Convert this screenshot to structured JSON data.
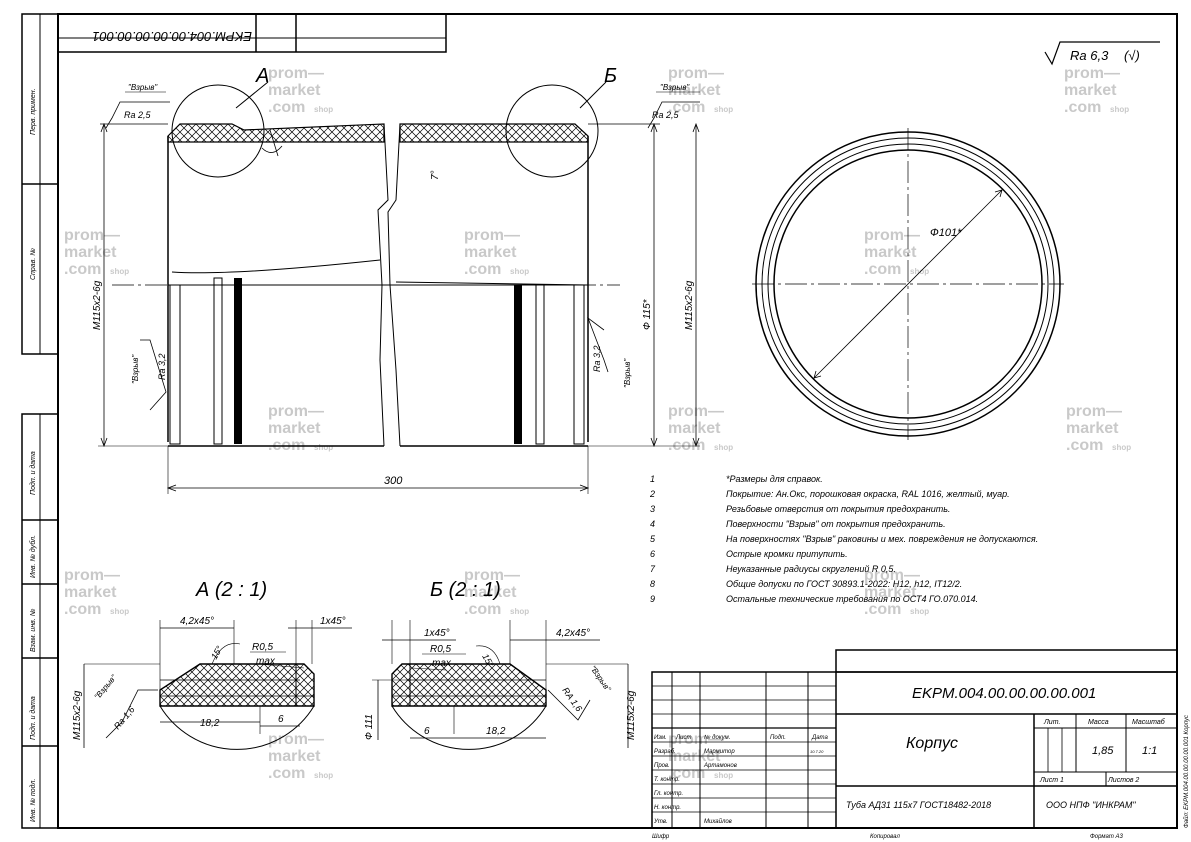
{
  "doc": {
    "code": "EKPM.004.00.00.00.00.001",
    "mirrored_code": "EKPM.004.00.00.00.00.001",
    "name": "Корпус",
    "material": "Туба АД31 115х7 ГОСТ18482-2018",
    "company": "ООО НПФ \"ИНКРАМ\"",
    "mass": "1,85",
    "scale": "1:1",
    "sheet": "Лист 1",
    "sheets": "Листов 2",
    "format": "Формат А3",
    "copied": "Копировал",
    "sign": "Шифр",
    "side_code": "Файл: EKPM.004.00.00.00.00.001 Корпус",
    "ra_general": "Ra 6,3",
    "ra_general_sym": "(√)"
  },
  "left_frame": [
    "Перв. примен.",
    "Справ. №",
    "Подп. и дата",
    "Инв. № дубл.",
    "Взам. инв. №",
    "Подп. и дата",
    "Инв. № подл."
  ],
  "title_block": {
    "hdr_izm": "Изм.",
    "hdr_list": "Лист",
    "hdr_doc": "№ докум.",
    "hdr_podp": "Подп.",
    "hdr_data": "Дата",
    "razrab": "Разраб.",
    "razrab_name": "Мармитор",
    "razrab_date": "10.7.20",
    "prov": "Пров.",
    "prov_name": "Артамонов",
    "tkontr": "Т. контр.",
    "glkontr": "Гл. контр.",
    "nkontr": "Н. контр.",
    "utv": "Утв.",
    "utv_name": "Михайлов",
    "lit": "Лит.",
    "massa": "Масса",
    "masshtab": "Масштаб"
  },
  "labels": {
    "view_a": "А",
    "view_b": "Б",
    "vzryv": "\"Взрыв\"",
    "ra25": "Ra 2,5",
    "ra32": "Ra 3,2",
    "ra16": "Ra 1,6",
    "ra16b": "RA 1,6",
    "thread": "M115x2-6g",
    "dia115": "Ф 115*",
    "dia101": "Ф101*",
    "dia111": "Ф 111",
    "angle7": "7°",
    "len300": "300",
    "detail_a": "А (2 : 1)",
    "detail_b": "Б (2 : 1)",
    "ch42": "4,2x45°",
    "ch1": "1x45°",
    "r05": "R0,5",
    "max": "max",
    "ang15": "15°",
    "d182": "18,2",
    "d6": "6"
  },
  "notes": [
    {
      "n": "1",
      "text": "*Размеры для справок."
    },
    {
      "n": "2",
      "text": "Покрытие: Ан.Окс, порошковая окраска, RAL 1016, желтый, муар."
    },
    {
      "n": "3",
      "text": "Резьбовые отверстия от покрытия предохранить."
    },
    {
      "n": "4",
      "text": "Поверхности \"Взрыв\" от покрытия предохранить."
    },
    {
      "n": "5",
      "text": "На поверхностях \"Взрыв\" раковины и мех. повреждения не допускаются."
    },
    {
      "n": "6",
      "text": "Острые кромки притупить."
    },
    {
      "n": "7",
      "text": "Неуказанные радиусы скруглений R 0,5."
    },
    {
      "n": "8",
      "text": "Общие допуски по ГОСТ 30893.1-2022: H12, h12, IT12/2."
    },
    {
      "n": "9",
      "text": "Остальные технические требования по ОСТ4 ГО.070.014."
    }
  ],
  "watermark": {
    "l1": "prom—",
    "l2": "market",
    "l3": ".com",
    "shop": "shop"
  }
}
